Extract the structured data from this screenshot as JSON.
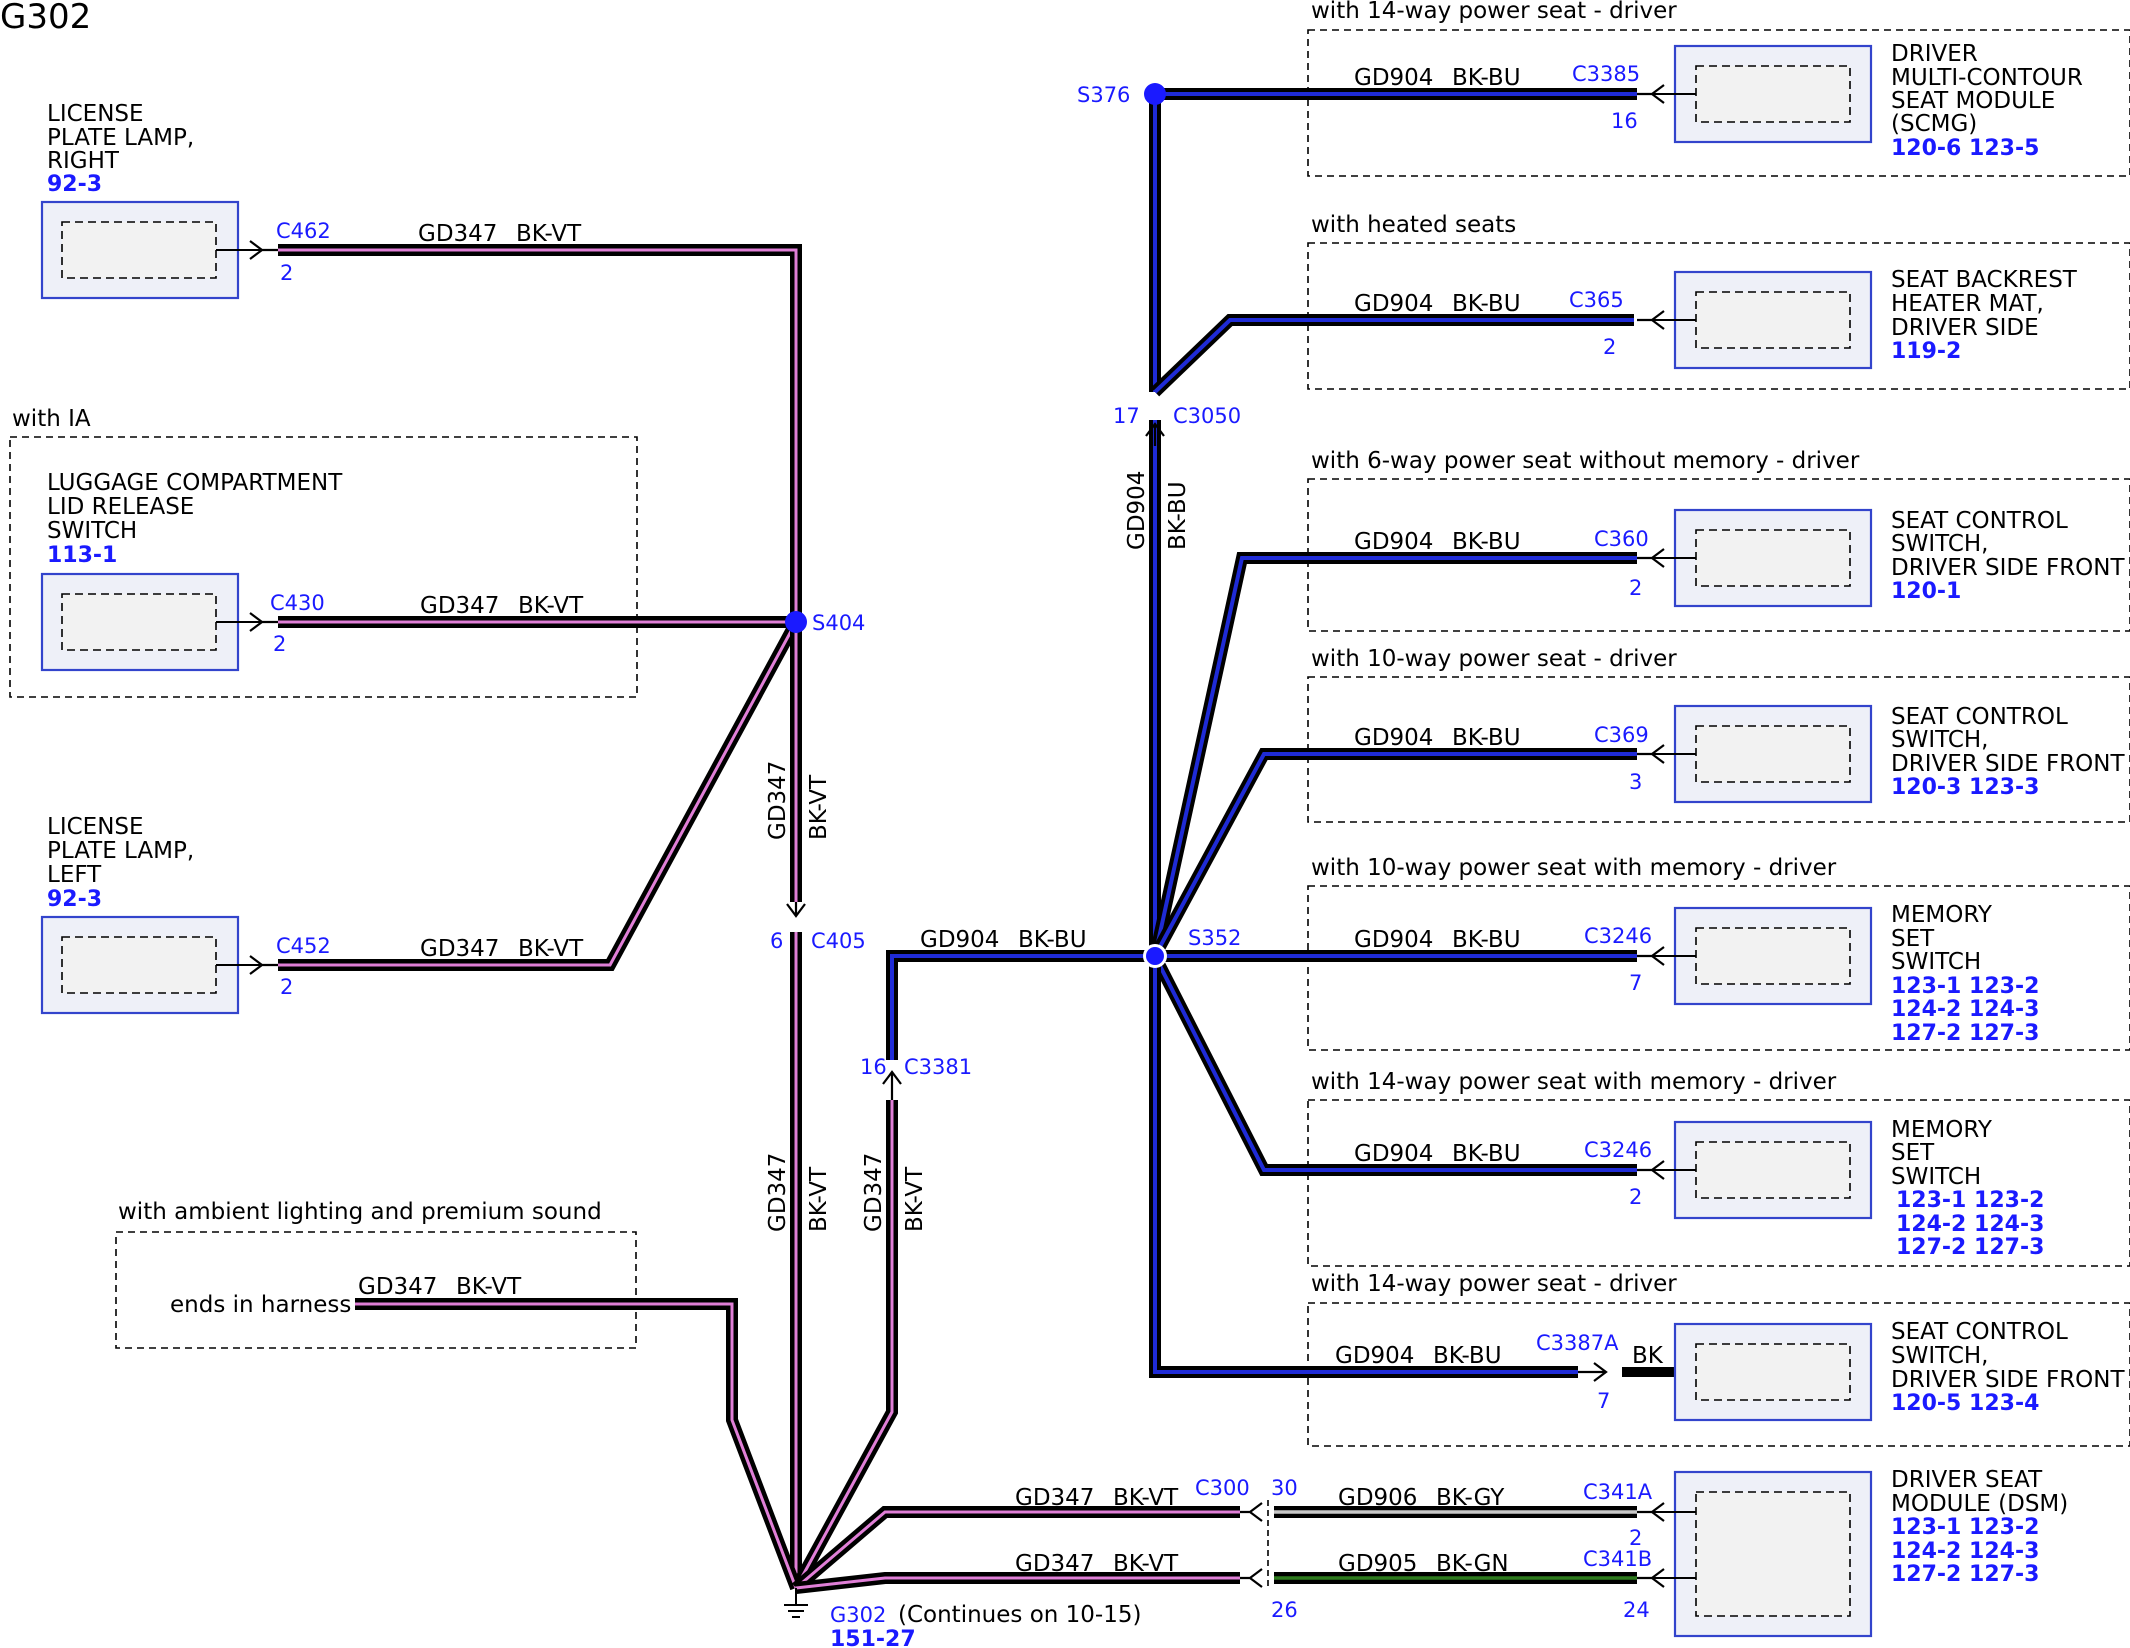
{
  "title": "G302",
  "colors": {
    "blue_label": "#1a1aff",
    "bk_vt_stripe": "#e07fd7",
    "bk_bu_stripe": "#1f2bd6",
    "bk_gn_stripe": "#2e7a1e",
    "bk_gy_stripe": "#c8c8c8"
  },
  "conditions": {
    "with_ia": "with IA",
    "ambient": "with ambient lighting and premium sound",
    "seat14_top": "with 14-way power seat - driver",
    "heated": "with heated seats",
    "seat6": "with 6-way power seat without memory - driver",
    "seat10": "with 10-way power seat - driver",
    "seat10mem": "with 10-way power seat with memory - driver",
    "seat14mem": "with 14-way power seat with memory - driver",
    "seat14_bottom": "with 14-way power seat - driver"
  },
  "components": {
    "lpl_right": {
      "lines": [
        "LICENSE",
        "PLATE LAMP,",
        "RIGHT"
      ],
      "ref": "92-3"
    },
    "luggage": {
      "lines": [
        "LUGGAGE COMPARTMENT",
        "LID RELEASE",
        "SWITCH"
      ],
      "ref": "113-1"
    },
    "lpl_left": {
      "lines": [
        "LICENSE",
        "PLATE LAMP,",
        "LEFT"
      ],
      "ref": "92-3"
    },
    "scmg": {
      "lines": [
        "DRIVER",
        "MULTI-CONTOUR",
        "SEAT MODULE",
        "(SCMG)"
      ],
      "refs": [
        "120-6 123-5"
      ]
    },
    "backrest": {
      "lines": [
        "SEAT BACKREST",
        "HEATER MAT,",
        "DRIVER SIDE"
      ],
      "refs": [
        "119-2"
      ]
    },
    "scs1": {
      "lines": [
        "SEAT CONTROL",
        "SWITCH,",
        "DRIVER SIDE FRONT"
      ],
      "refs": [
        "120-1"
      ]
    },
    "scs3": {
      "lines": [
        "SEAT CONTROL",
        "SWITCH,",
        "DRIVER SIDE FRONT"
      ],
      "refs": [
        "120-3 123-3"
      ]
    },
    "mem1": {
      "lines": [
        "MEMORY",
        "SET",
        "SWITCH"
      ],
      "refs": [
        "123-1 123-2",
        "124-2 124-3",
        "127-2 127-3"
      ]
    },
    "mem2": {
      "lines": [
        "MEMORY",
        "SET",
        "SWITCH"
      ],
      "refs": [
        "123-1 123-2",
        "124-2 124-3",
        "127-2 127-3"
      ]
    },
    "scs5": {
      "lines": [
        "SEAT CONTROL",
        "SWITCH,",
        "DRIVER SIDE FRONT"
      ],
      "refs": [
        "120-5 123-4"
      ]
    },
    "dsm": {
      "lines": [
        "DRIVER SEAT",
        "MODULE (DSM)"
      ],
      "refs": [
        "123-1 123-2",
        "124-2 124-3",
        "127-2 127-3"
      ]
    }
  },
  "connectors": {
    "c462": "C462",
    "c430": "C430",
    "c452": "C452",
    "c405": "C405",
    "c3381": "C3381",
    "c3050": "C3050",
    "c3385": "C3385",
    "c365": "C365",
    "c360": "C360",
    "c369": "C369",
    "c3246a": "C3246",
    "c3246b": "C3246",
    "c3387a": "C3387A",
    "c300": "C300",
    "c341a": "C341A",
    "c341b": "C341B"
  },
  "pins": {
    "c462": "2",
    "c430": "2",
    "c452": "2",
    "c405": "6",
    "c3381": "16",
    "c3050": "17",
    "c3385": "16",
    "c365": "2",
    "c360": "2",
    "c369": "3",
    "c3246a": "7",
    "c3246b": "2",
    "c3387a": "7",
    "c300_top": "30",
    "c300_bot": "26",
    "c341a": "2",
    "c341b": "24"
  },
  "splices": {
    "s404": "S404",
    "s376": "S376",
    "s352": "S352"
  },
  "ground": {
    "name": "G302",
    "note": "(Continues on 10-15)",
    "ref": "151-27"
  },
  "circuits": {
    "gd347": "GD347",
    "bkvt": "BK-VT",
    "gd904": "GD904",
    "bkbu": "BK-BU",
    "gd906": "GD906",
    "bkgy": "BK-GY",
    "gd905": "GD905",
    "bkgn": "BK-GN",
    "bk": "BK"
  },
  "ends_in_harness": "ends in harness"
}
